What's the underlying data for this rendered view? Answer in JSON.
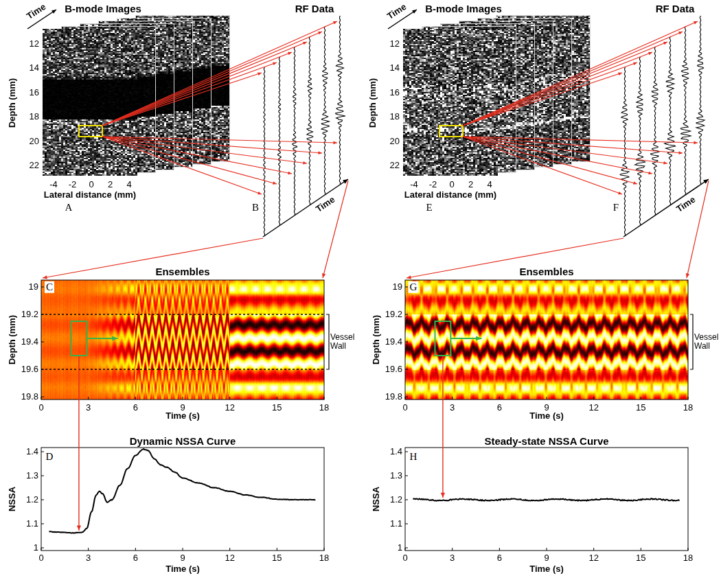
{
  "diagram": {
    "labels": [
      "B-mode Images",
      "Time",
      "12",
      "14",
      "16",
      "18",
      "20",
      "22",
      "Depth (mm)",
      "-4",
      "-2",
      "0",
      "2",
      "4",
      "Lateral distance (mm)",
      "A",
      "RF Data",
      "B",
      "Time",
      "B-mode Images",
      "Time",
      "12",
      "14",
      "16",
      "18",
      "20",
      "22",
      "Depth (mm)",
      "-4",
      "-2",
      "0",
      "2",
      "4",
      "Lateral distance (mm)",
      "E",
      "RF Data",
      "F",
      "Time",
      "Ensembles",
      "C",
      "19",
      "19.2",
      "19.4",
      "19.6",
      "19.8",
      "Depth (mm)",
      "0",
      "3",
      "6",
      "9",
      "12",
      "15",
      "18",
      "Time (s)",
      "Vessel Wall",
      "Ensembles",
      "G",
      "19",
      "19.2",
      "19.4",
      "19.6",
      "19.8",
      "Depth (mm)",
      "0",
      "3",
      "6",
      "9",
      "12",
      "15",
      "18",
      "Time (s)",
      "Vessel Wall",
      "Dynamic NSSA Curve",
      "D",
      "1",
      "1.1",
      "1.2",
      "1.3",
      "1.4",
      "NSSA",
      "0",
      "3",
      "6",
      "9",
      "12",
      "15",
      "18",
      "Time (s)",
      "Steady-state NSSA Curve",
      "H",
      "1",
      "1.1",
      "1.2",
      "1.3",
      "1.4",
      "NSSA",
      "0",
      "3",
      "6",
      "9",
      "12",
      "15",
      "18",
      "Time (s)"
    ]
  }
}
